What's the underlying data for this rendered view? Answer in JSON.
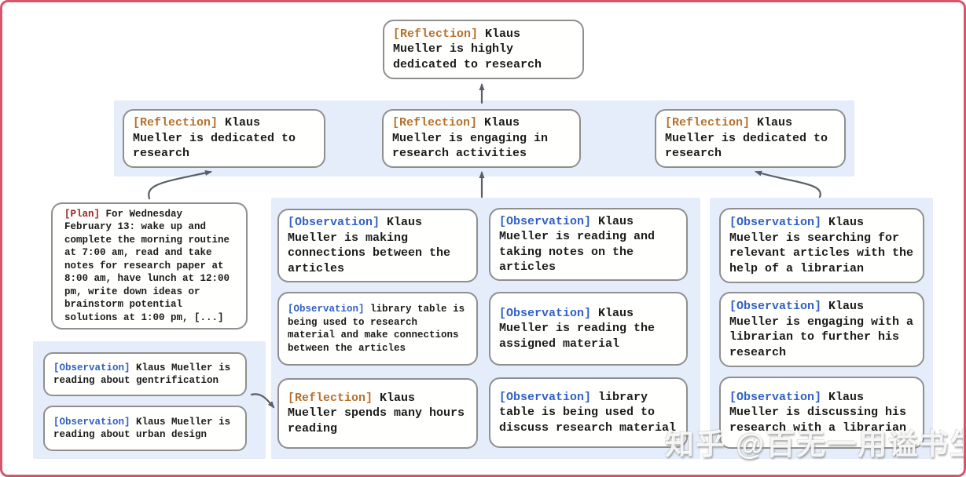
{
  "watermark": "知乎 @百无一用谥书生",
  "colors": {
    "frame_border": "#d5566b",
    "panel_background": "#e4edf9",
    "box_border": "#8f8f8f",
    "reflection_tag": "#b5722f",
    "observation_tag": "#3060c5",
    "plan_tag": "#9e2424",
    "arrow": "#5a5f66",
    "body_text": "#1b1b1b"
  },
  "nodes": {
    "top_reflection": {
      "tag": "[Reflection]",
      "text": "Klaus Mueller is highly dedicated to research"
    },
    "row2_left_reflection": {
      "tag": "[Reflection]",
      "text": "Klaus Mueller is dedicated to research"
    },
    "row2_center_reflection": {
      "tag": "[Reflection]",
      "text": "Klaus Mueller is engaging in research activities"
    },
    "row2_right_reflection": {
      "tag": "[Reflection]",
      "text": "Klaus Mueller is dedicated to research"
    },
    "plan": {
      "tag": "[Plan]",
      "text": "For Wednesday February 13: wake up and complete the morning routine at 7:00 am, read and take notes for research paper at 8:00 am, have lunch at 12:00 pm, write down ideas or brainstorm potential solutions at 1:00 pm, [...]"
    },
    "left_obs_gentrification": {
      "tag": "[Observation]",
      "text": "Klaus Mueller is reading about gentrification"
    },
    "left_obs_urban_design": {
      "tag": "[Observation]",
      "text": "Klaus Mueller is reading about urban design"
    },
    "mid_obs_connections": {
      "tag": "[Observation]",
      "text": "Klaus Mueller is making connections between the articles"
    },
    "mid_obs_library_research": {
      "tag": "[Observation]",
      "text": "library table is being used to research material and make connections between the articles"
    },
    "mid_reflection_hours": {
      "tag": "[Reflection]",
      "text": "Klaus Mueller spends many hours reading"
    },
    "mid_obs_taking_notes": {
      "tag": "[Observation]",
      "text": "Klaus Mueller is reading and taking notes on the articles"
    },
    "mid_obs_assigned_material": {
      "tag": "[Observation]",
      "text": "Klaus Mueller is reading the assigned material"
    },
    "mid_obs_library_discuss": {
      "tag": "[Observation]",
      "text": "library table is being used to discuss research material"
    },
    "right_obs_searching": {
      "tag": "[Observation]",
      "text": "Klaus Mueller is searching for relevant articles with the help of a librarian"
    },
    "right_obs_engaging": {
      "tag": "[Observation]",
      "text": "Klaus Mueller is engaging with a librarian to further his research"
    },
    "right_obs_discussing": {
      "tag": "[Observation]",
      "text": "Klaus Mueller is discussing his research with a librarian"
    }
  }
}
